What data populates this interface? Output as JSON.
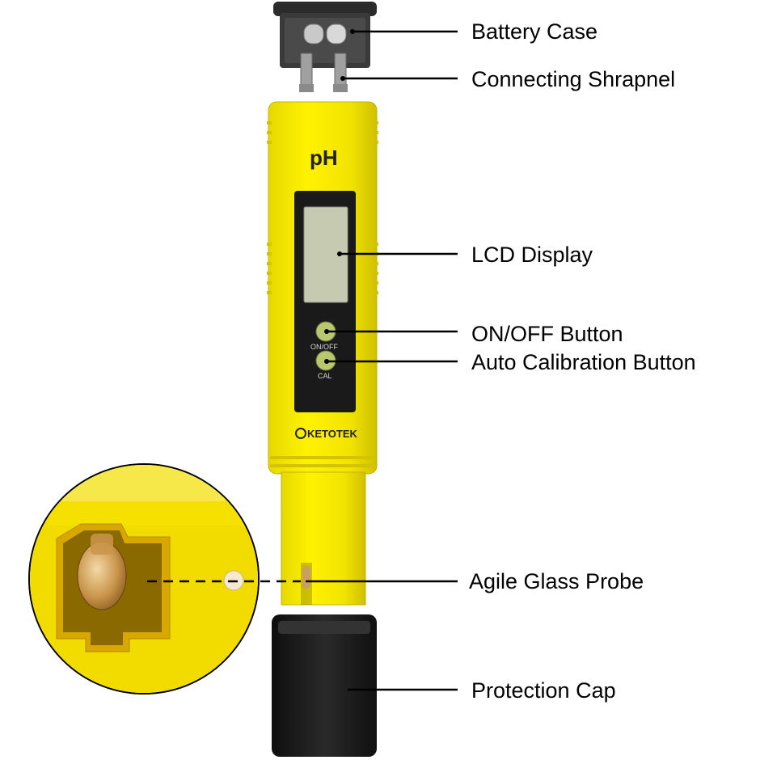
{
  "product": {
    "brand_text": "KETOTEK",
    "ph_label": "pH",
    "button_on_off_label": "ON/OFF",
    "button_cal_label": "CAL"
  },
  "callouts": [
    {
      "id": "battery-case",
      "label": "Battery Case"
    },
    {
      "id": "connecting-shrapnel",
      "label": "Connecting Shrapnel"
    },
    {
      "id": "lcd-display",
      "label": "LCD Display"
    },
    {
      "id": "on-off-button",
      "label": "ON/OFF Button"
    },
    {
      "id": "auto-calibration-button",
      "label": "Auto Calibration Button"
    },
    {
      "id": "agile-glass-probe",
      "label": "Agile Glass Probe"
    },
    {
      "id": "protection-cap",
      "label": "Protection Cap"
    }
  ],
  "colors": {
    "body_yellow": "#f2e600",
    "body_shadow": "#d9c900",
    "lcd_screen": "#c8ccb4",
    "panel_black": "#1a1a1a",
    "button_green": "#b8c86c",
    "cap_black": "#1c1c1c",
    "probe_amber": "#c8a060"
  }
}
